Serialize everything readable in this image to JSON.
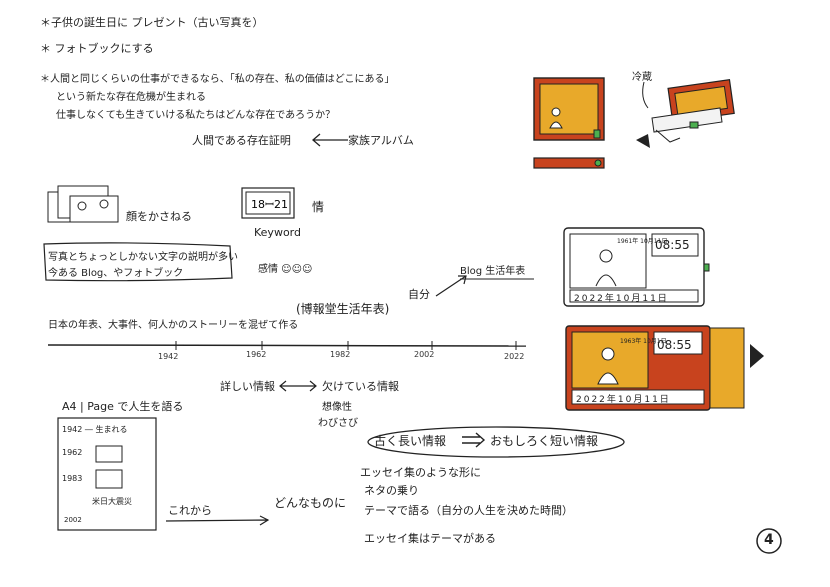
{
  "notes": {
    "line1": "＊子供の誕生日に プレゼント（古い写真を）",
    "line2": "＊ フォトブックにする",
    "line3": "＊人間と同じくらいの仕事ができるなら、「私の存在、私の価値はどこにある」",
    "line4": "という新たな存在危機が生まれる",
    "line5": "仕事しなくても生きていける私たちはどんな存在であろうか？",
    "proof": "人間である存在証明",
    "album": "家族アルバム"
  },
  "mid": {
    "faces": "顔をかさねる",
    "tag": "情",
    "keyword": "Keyword",
    "emotion": "感情 ☺☺☺",
    "note_box_1": "写真とちょっとしかない文字の説明が多い",
    "note_box_2": "今ある Blog、やフォトブック",
    "history": "日本の年表、大事件、何人かのストーリーを混ぜて作る",
    "museum": "(博報堂生活年表)",
    "self": "自分",
    "blog": "Blog 生活年表",
    "timeline_ticks": [
      "1942",
      "1962",
      "1982",
      "2002",
      "2022"
    ]
  },
  "lower": {
    "a4": "A4 | Page で人生を語る",
    "detail": "詳しい情報",
    "missing": "欠けている情報",
    "imagination": "想像性",
    "sabi": "わびさび",
    "bubble_left": "古く長い情報",
    "bubble_right": "おもしろく短い情報",
    "from_now": "これから",
    "what_kind": "どんなものに",
    "essay1": "エッセイ集のような形に",
    "essay2": "ネタの乗り",
    "essay3": "テーマで語る（自分の人生を決めた時間）",
    "essay4": "エッセイ集はテーマがある",
    "page_items": [
      "1942 ― 生まれる",
      "1962",
      "1983",
      "米日大震災",
      "2002"
    ],
    "page_number": "4"
  },
  "devices": {
    "arrow_label": "冷蔵",
    "screen_top": {
      "date": "1961年 10月11日",
      "time": "08:55",
      "digits": "2022年10月11日"
    },
    "screen_bottom": {
      "date": "1963年 10月1日",
      "time": "08:55",
      "digits": "2022年10月11日"
    }
  }
}
